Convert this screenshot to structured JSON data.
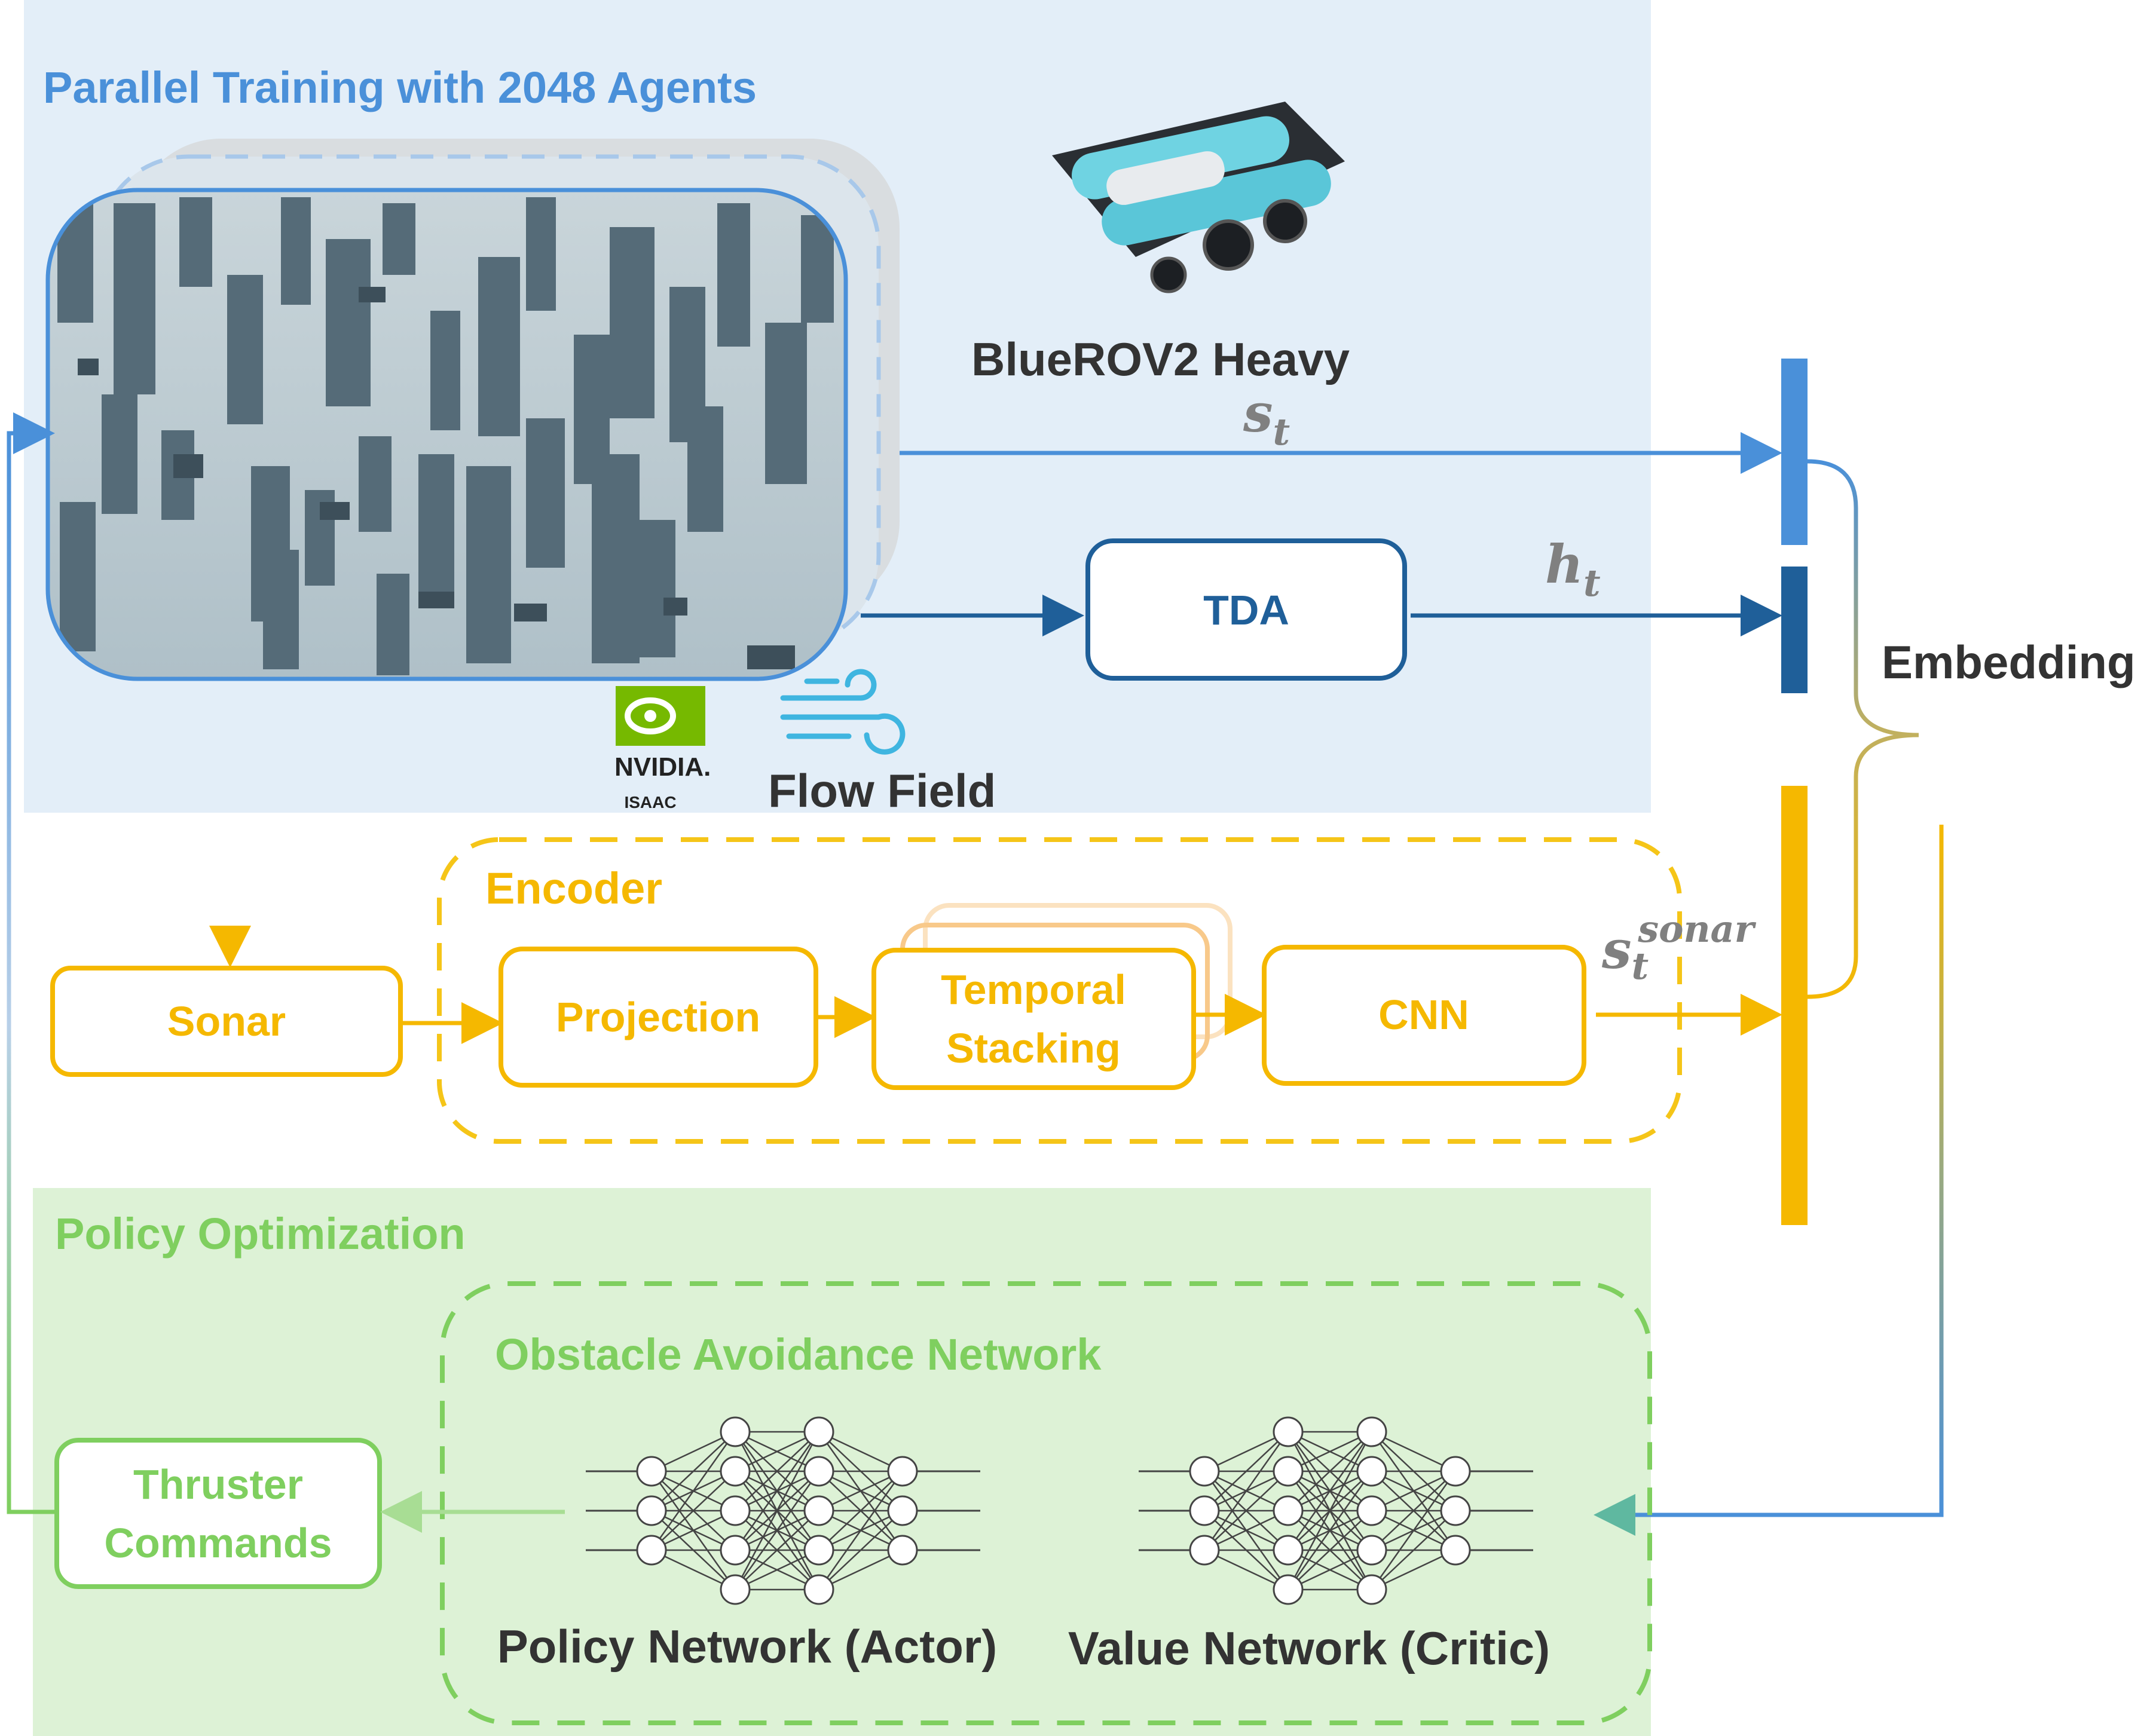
{
  "colors": {
    "blue": "#4A90D9",
    "dark_blue": "#1F5F99",
    "yellow": "#F5B800",
    "green": "#7FCF5F",
    "text_dark": "#333333",
    "math_gray": "#808080",
    "blue_panel": "#E3EEF8",
    "green_panel": "#DDF2D6"
  },
  "parallel_training": {
    "title": "Parallel Training with 2048 Agents"
  },
  "robot": {
    "name": "BlueROV2 Heavy"
  },
  "logos": {
    "nvidia": "NVIDIA.",
    "isaac": "ISAAC",
    "flow_field": "Flow Field"
  },
  "tda": {
    "label": "TDA"
  },
  "embedding": {
    "label": "Embedding"
  },
  "symbols": {
    "s_t": "s",
    "s_t_sub": "t",
    "h_t": "h",
    "h_t_sub": "t",
    "s_sonar": "s",
    "s_sonar_sub": "t",
    "s_sonar_sup": "sonar"
  },
  "encoder": {
    "title": "Encoder",
    "projection": "Projection",
    "temporal_line1": "Temporal",
    "temporal_line2": "Stacking",
    "cnn": "CNN"
  },
  "sonar": {
    "label": "Sonar"
  },
  "policy": {
    "title": "Policy Optimization",
    "network_title": "Obstacle Avoidance Network",
    "thruster_line1": "Thruster",
    "thruster_line2": "Commands",
    "actor": "Policy Network (Actor)",
    "critic": "Value Network (Critic)"
  },
  "icons": [
    "nvidia-logo-icon",
    "flow-field-icon",
    "bluerov2-icon",
    "neural-network-icon"
  ]
}
